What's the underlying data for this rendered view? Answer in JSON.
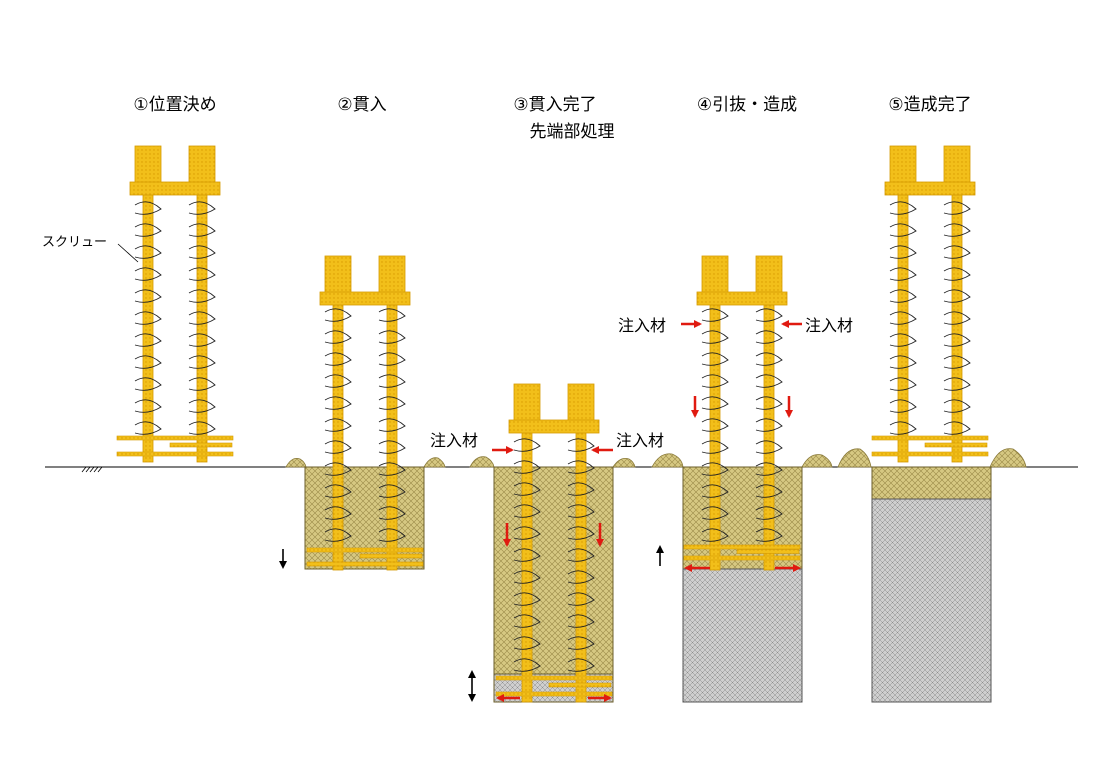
{
  "steps": [
    {
      "title": "①位置決め",
      "subtitle": ""
    },
    {
      "title": "②貫入",
      "subtitle": ""
    },
    {
      "title": "③貫入完了",
      "subtitle": "先端部処理"
    },
    {
      "title": "④引抜・造成",
      "subtitle": ""
    },
    {
      "title": "⑤造成完了",
      "subtitle": ""
    }
  ],
  "labels": {
    "screw": "スクリュー",
    "injection": "注入材"
  },
  "colors": {
    "machine": "#f2bf1a",
    "machine_edge": "#d49a00",
    "soil": "#cfc07a",
    "soil_edge": "#8a7a3a",
    "improved": "#c4c4c4",
    "arrow_red": "#e01a10",
    "arrow_black": "#000000",
    "ground_line": "#000000"
  }
}
